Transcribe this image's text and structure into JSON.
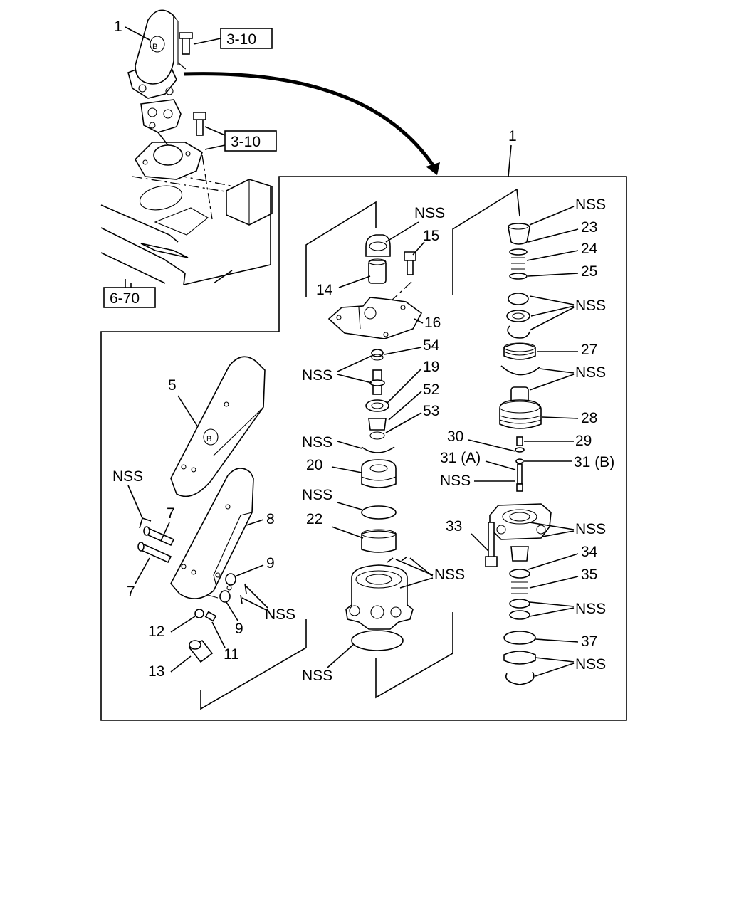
{
  "diagram": {
    "ref_boxes": {
      "top_bolt": "3-10",
      "mount_bolt": "3-10",
      "floor": "6-70"
    },
    "labels": {
      "assy_main": "1",
      "assy_detail": "1",
      "pedal_5": "5",
      "pin_7a": "7",
      "pin_7b": "7",
      "pedal_8": "8",
      "washer_9a": "9",
      "washer_9b": "9",
      "nss_pedal_pin": "NSS",
      "nss_cotter": "NSS",
      "nut_11": "11",
      "nut_12": "12",
      "roller_13": "13",
      "piston_14": "14",
      "bolt_15": "15",
      "cover_16": "16",
      "plunger_19": "19",
      "seat_20": "20",
      "ring_22": "22",
      "nss_boot": "NSS",
      "nss_54": "NSS",
      "spring_54": "54",
      "spring_52": "52",
      "spring_53": "53",
      "nss_oring1": "NSS",
      "nss_oring2": "NSS",
      "nss_body_pins": "NSS",
      "nss_body_oring": "NSS",
      "nss_23": "NSS",
      "piston_23": "23",
      "spring_24": "24",
      "ring_25": "25",
      "nss_seals": "NSS",
      "spring_27": "27",
      "nss_oring3": "NSS",
      "piston_28": "28",
      "part_29": "29",
      "part_30": "30",
      "part_31a": "31 (A)",
      "part_31b": "31 (B)",
      "nss_31": "NSS",
      "bolt_33": "33",
      "nss_housing": "NSS",
      "valve_34": "34",
      "spring_35": "35",
      "nss_lower_seals": "NSS",
      "ring_37": "37",
      "nss_snap": "NSS"
    }
  }
}
